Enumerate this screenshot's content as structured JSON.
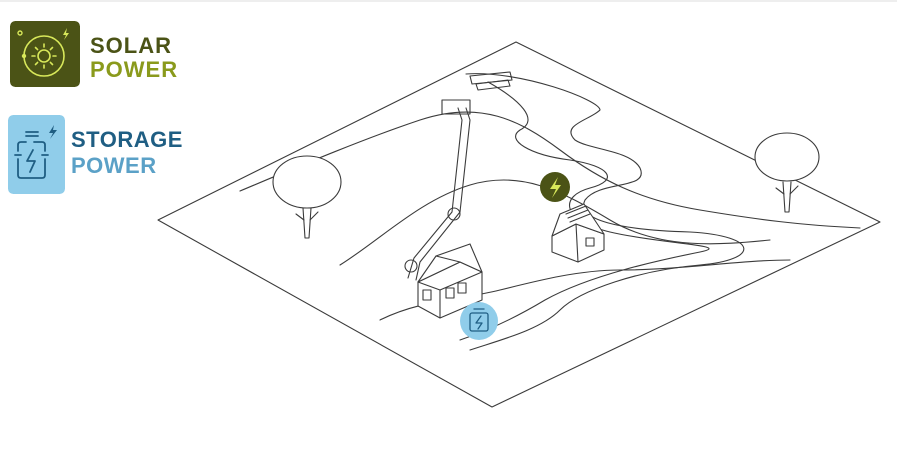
{
  "colors": {
    "solar_dark": "#4b5316",
    "solar_light": "#8a9a1c",
    "solar_accent": "#d8e85a",
    "storage_dark": "#1f5e83",
    "storage_light": "#5ba1c7",
    "storage_tile": "#90cdea",
    "line": "#3b3b3b"
  },
  "legend": {
    "solar": {
      "line1": "SOLAR",
      "line2": "POWER",
      "icon": "solar-sun-icon"
    },
    "storage": {
      "line1": "STORAGE",
      "line2": "POWER",
      "icon": "battery-icon"
    }
  },
  "markers": {
    "solar": {
      "icon": "lightning-bolt-icon"
    },
    "storage": {
      "icon": "battery-icon"
    }
  }
}
